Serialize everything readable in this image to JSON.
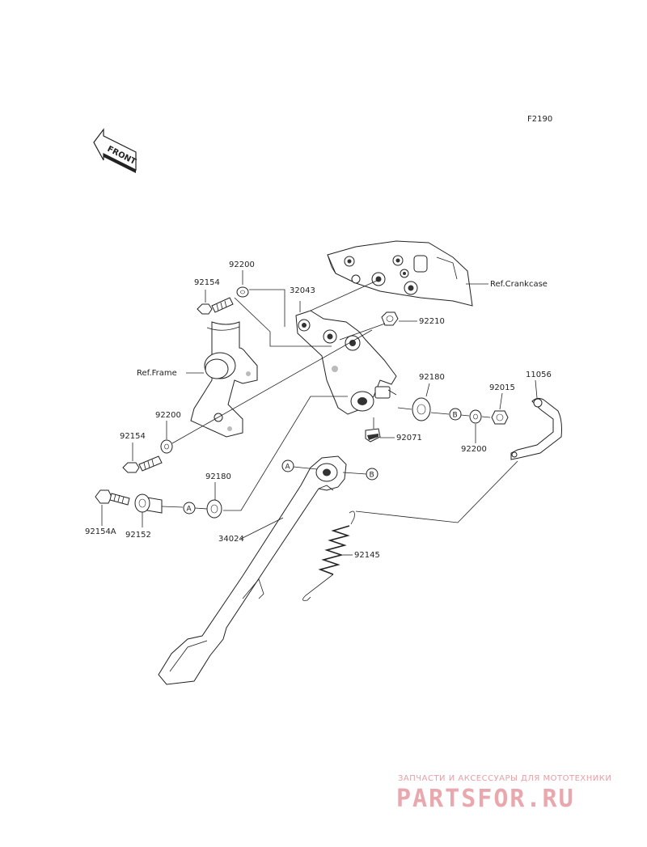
{
  "figure_code": "F2190",
  "front_arrow": "FRONT",
  "labels": {
    "ref_crankcase": "Ref.Crankcase",
    "ref_frame": "Ref.Frame",
    "p92200_top": "92200",
    "p92154_top": "92154",
    "p32043": "32043",
    "p92210": "92210",
    "p92180_right": "92180",
    "p92015": "92015",
    "p11056": "11056",
    "p92071": "92071",
    "p92200_right": "92200",
    "p92200_left": "92200",
    "p92154_left": "92154",
    "p92180_left": "92180",
    "p92154A": "92154A",
    "p92152": "92152",
    "p34024": "34024",
    "p92145": "92145"
  },
  "callouts": {
    "a1": "A",
    "a2": "A",
    "b1": "B",
    "b2": "B"
  },
  "watermark": {
    "tagline": "ЗАПЧАСТИ И АКСЕССУАРЫ ДЛЯ МОТОТЕХНИКИ",
    "brand": "PARTSFOR.RU"
  }
}
